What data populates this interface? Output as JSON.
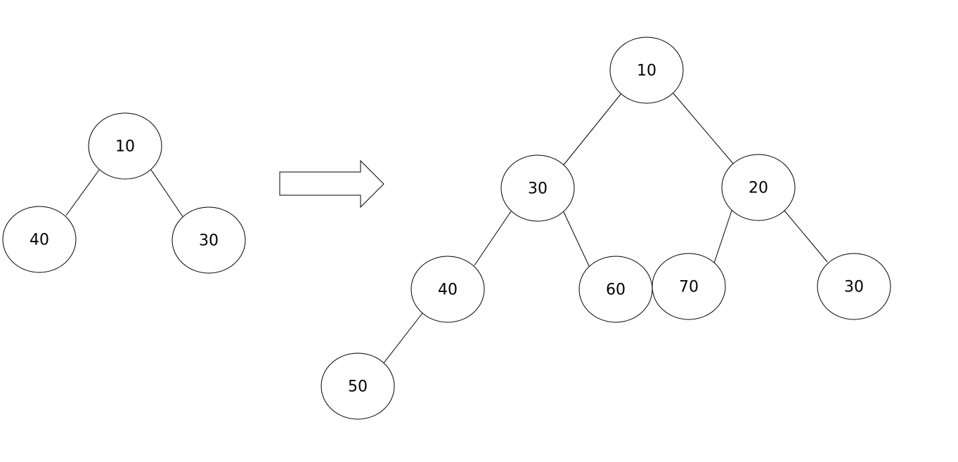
{
  "left_tree": {
    "nodes": [
      {
        "id": "L10",
        "label": "10"
      },
      {
        "id": "L40",
        "label": "40"
      },
      {
        "id": "L30",
        "label": "30"
      }
    ],
    "edges": [
      [
        "L10",
        "L40"
      ],
      [
        "L10",
        "L30"
      ]
    ]
  },
  "transform_arrow": {
    "icon": "right-arrow-icon"
  },
  "right_tree": {
    "nodes": [
      {
        "id": "R10",
        "label": "10"
      },
      {
        "id": "R30",
        "label": "30"
      },
      {
        "id": "R20",
        "label": "20"
      },
      {
        "id": "R40",
        "label": "40"
      },
      {
        "id": "R60",
        "label": "60"
      },
      {
        "id": "R70",
        "label": "70"
      },
      {
        "id": "R30b",
        "label": "30"
      },
      {
        "id": "R50",
        "label": "50"
      }
    ],
    "edges": [
      [
        "R10",
        "R30"
      ],
      [
        "R10",
        "R20"
      ],
      [
        "R30",
        "R40"
      ],
      [
        "R30",
        "R60"
      ],
      [
        "R20",
        "R70"
      ],
      [
        "R20",
        "R30b"
      ],
      [
        "R40",
        "R50"
      ]
    ]
  }
}
